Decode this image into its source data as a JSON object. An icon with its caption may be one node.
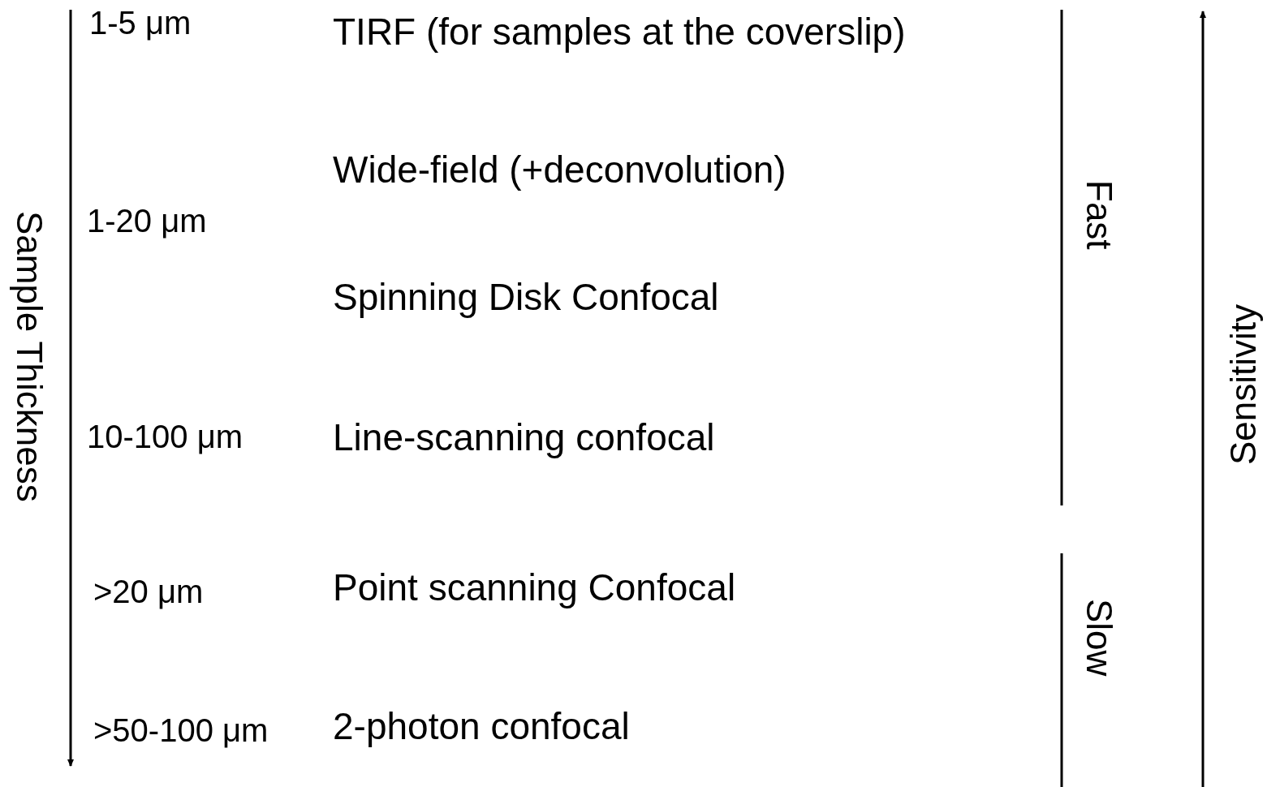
{
  "diagram": {
    "labels": [
      "1-5 μm",
      "TIRF (for samples at the coverslip)",
      "Wide-field (+deconvolution)",
      "1-20 μm",
      "Spinning Disk Confocal",
      "10-100 μm",
      "Line-scanning confocal",
      ">20 μm",
      "Point scanning Confocal",
      ">50-100 μm",
      "2-photon confocal",
      "Sample Thickness",
      "Fast",
      "Slow",
      "Sensitivity"
    ]
  }
}
